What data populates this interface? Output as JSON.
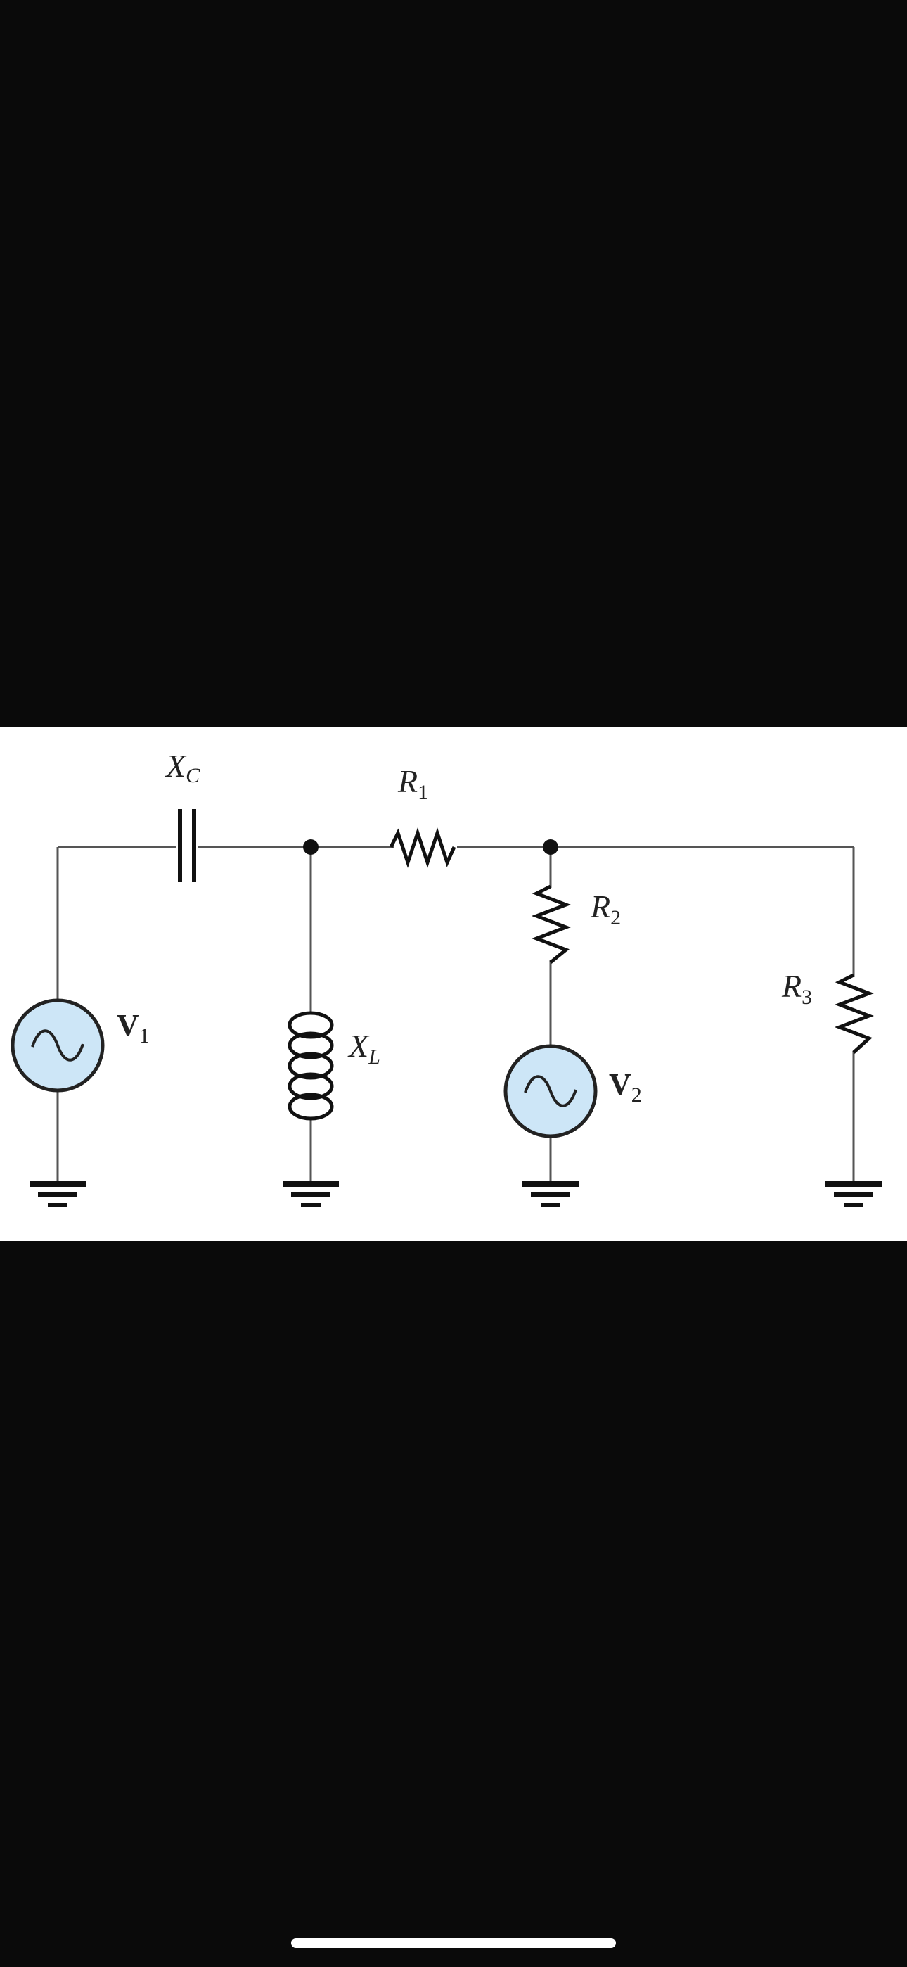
{
  "diagram": {
    "components": [
      {
        "id": "XC",
        "main": "X",
        "sub": "C",
        "kind": "capacitor"
      },
      {
        "id": "R1",
        "main": "R",
        "sub": "1",
        "kind": "resistor"
      },
      {
        "id": "R2",
        "main": "R",
        "sub": "2",
        "kind": "resistor"
      },
      {
        "id": "R3",
        "main": "R",
        "sub": "3",
        "kind": "resistor"
      },
      {
        "id": "XL",
        "main": "X",
        "sub": "L",
        "kind": "inductor"
      },
      {
        "id": "V1",
        "main": "V",
        "sub": "1",
        "kind": "ac-source"
      },
      {
        "id": "V2",
        "main": "V",
        "sub": "2",
        "kind": "ac-source"
      }
    ],
    "colors": {
      "wire": "#555555",
      "source_fill": "#cde6f7",
      "source_stroke": "#222222",
      "node": "#111111",
      "background": "#ffffff",
      "screen": "#0a0a0a"
    },
    "icons": [
      "ac-source-icon",
      "ground-icon",
      "node-dot-icon"
    ]
  }
}
